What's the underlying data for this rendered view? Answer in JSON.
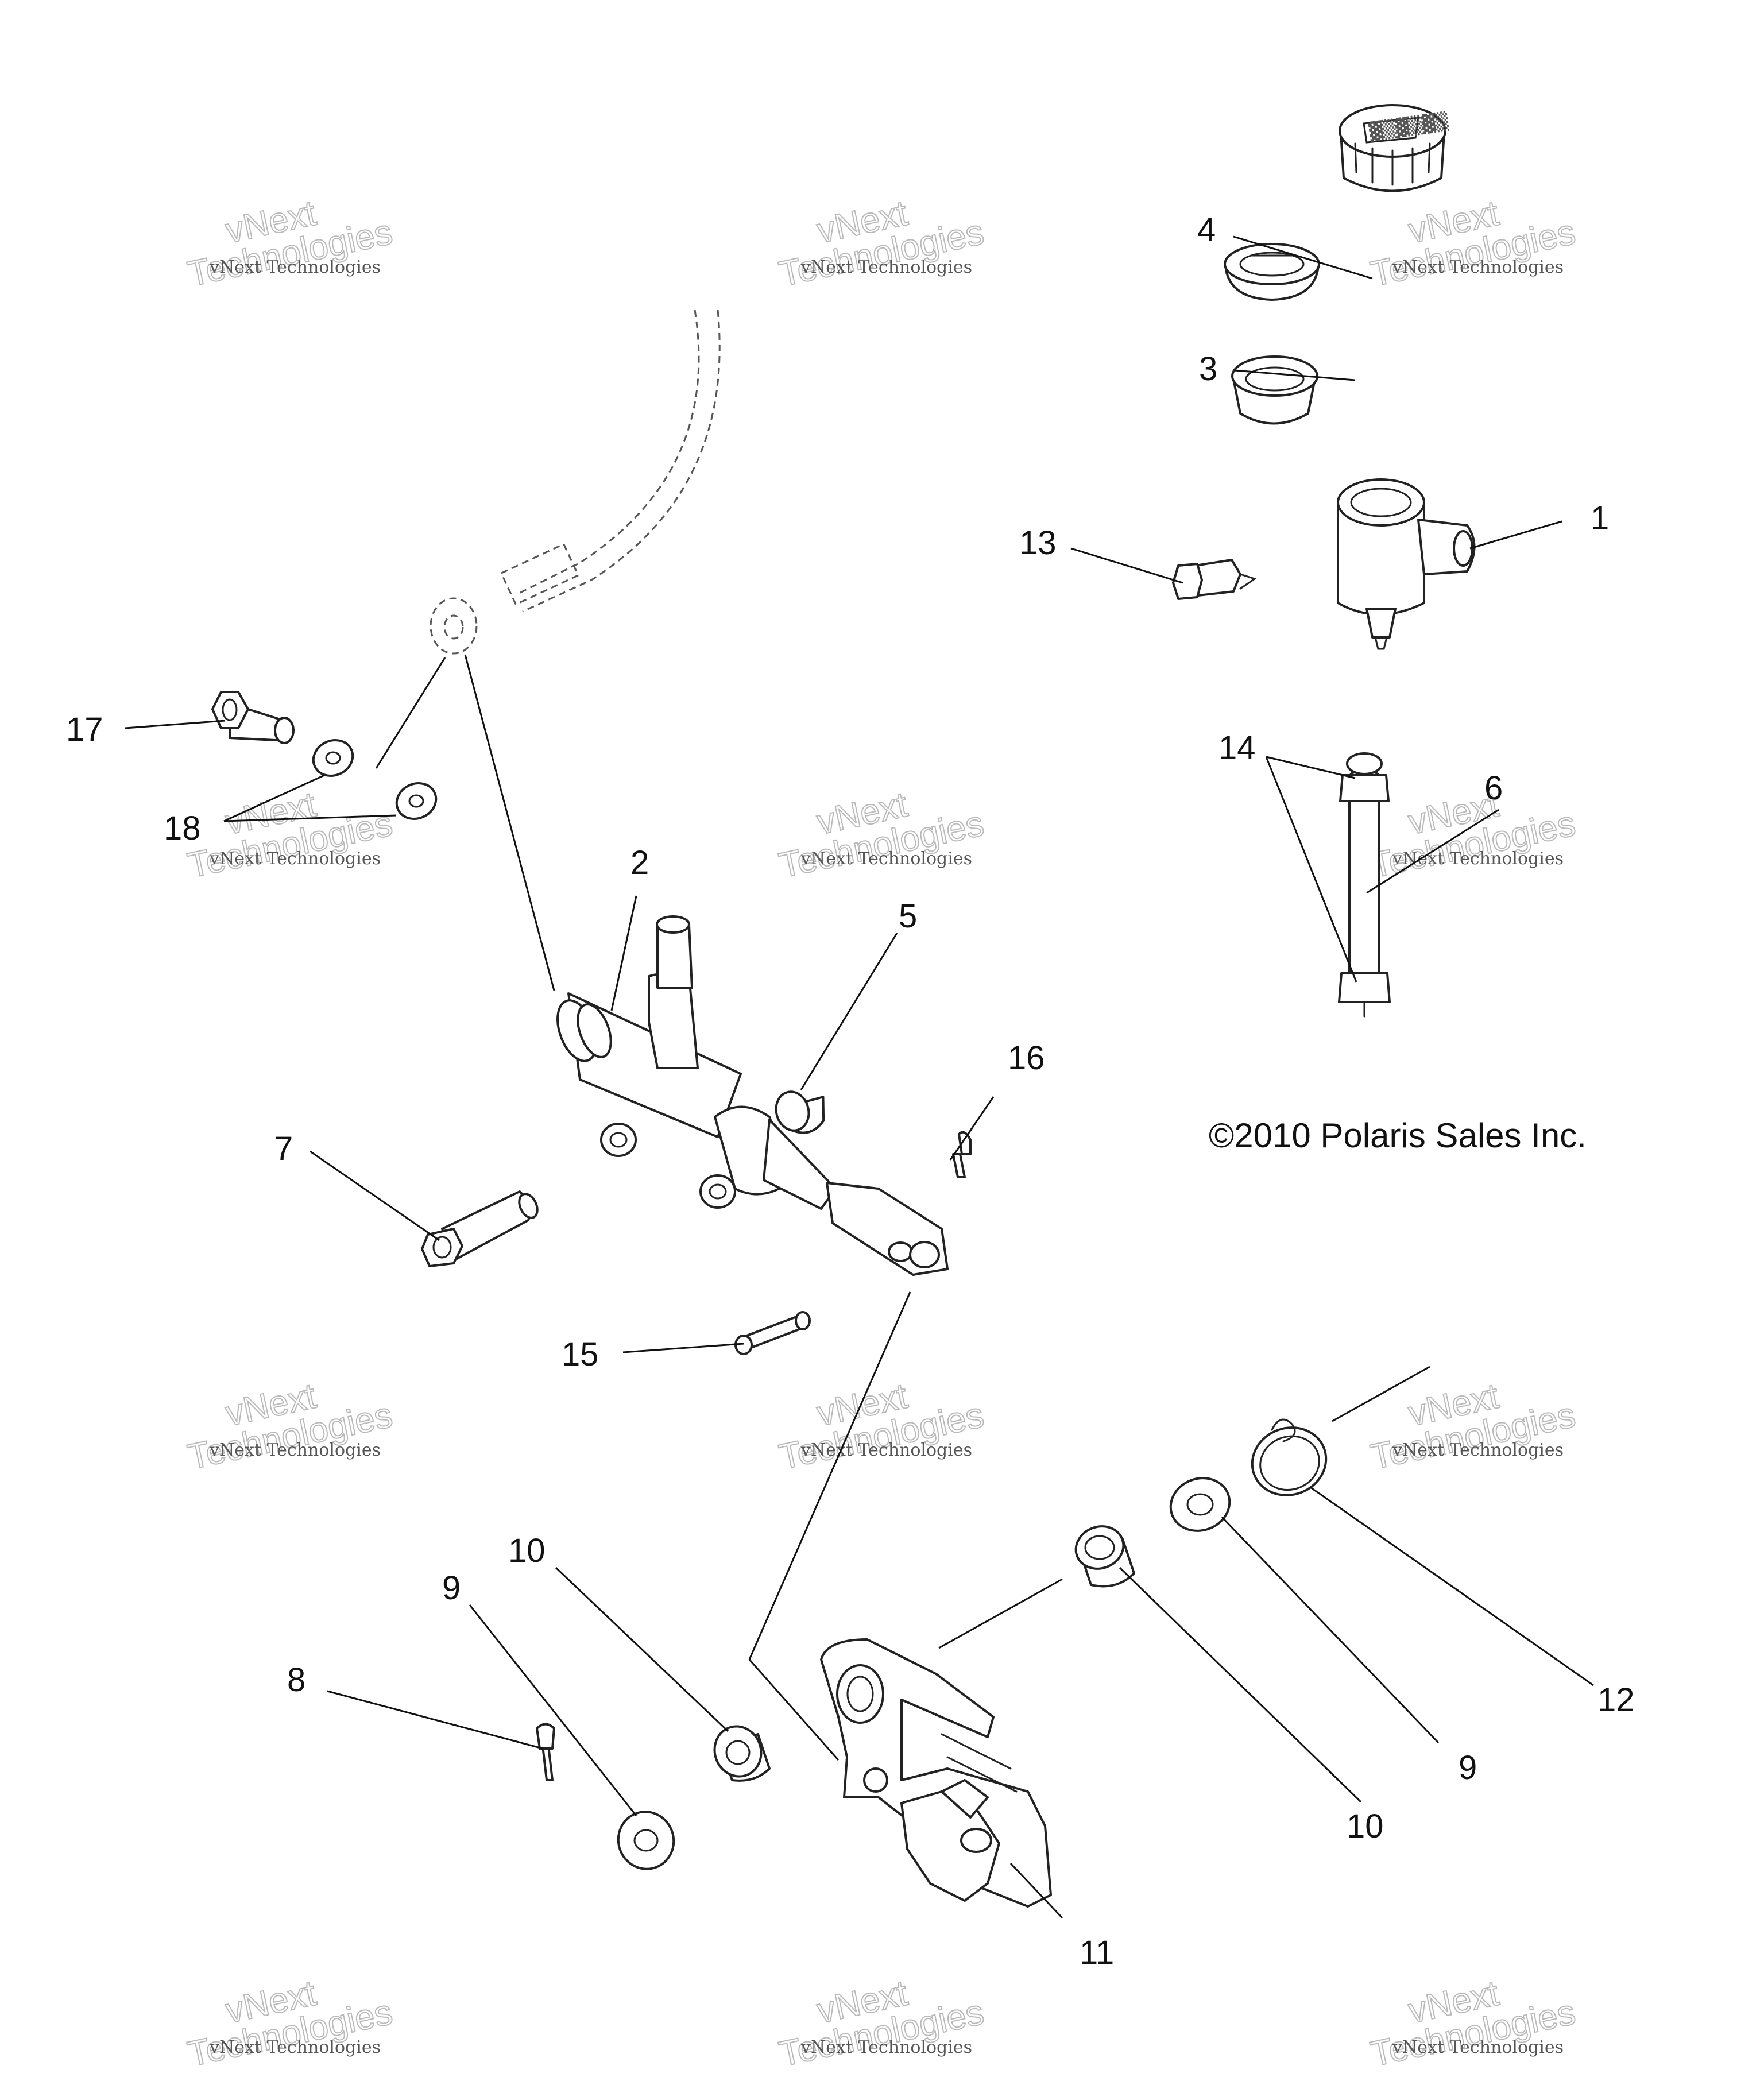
{
  "callouts": {
    "c1": "1",
    "c2": "2",
    "c3": "3",
    "c4": "4",
    "c5": "5",
    "c6": "6",
    "c7": "7",
    "c8": "8",
    "c9a": "9",
    "c9b": "9",
    "c10a": "10",
    "c10b": "10",
    "c11": "11",
    "c12": "12",
    "c13": "13",
    "c14": "14",
    "c15": "15",
    "c16": "16",
    "c17": "17",
    "c18": "18"
  },
  "copyright": "©2010 Polaris Sales Inc.",
  "watermark": {
    "small": "vNext Technologies",
    "big_top": "vNext",
    "big_bottom": "Technologies"
  }
}
